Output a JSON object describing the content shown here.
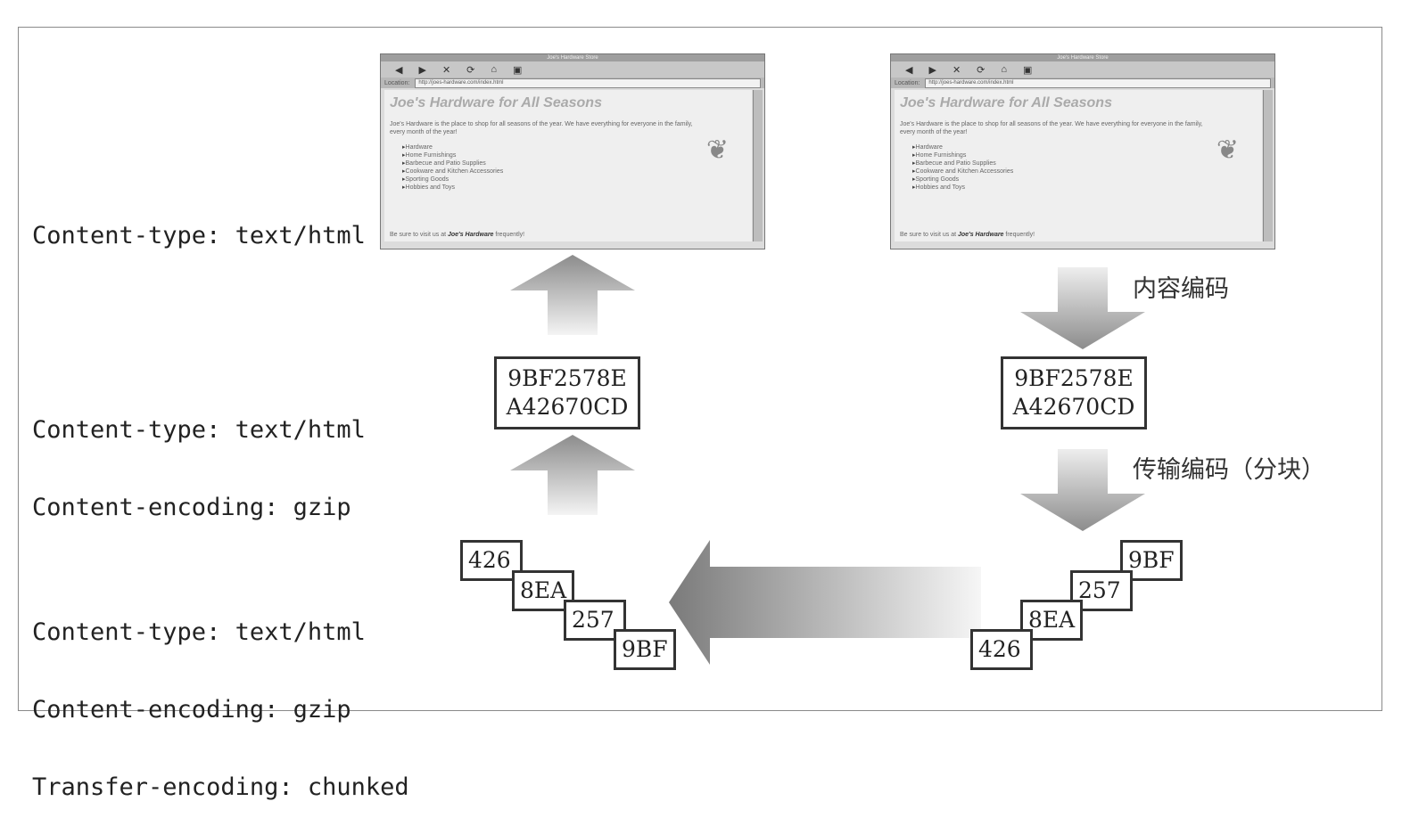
{
  "left_headers": {
    "row1": [
      "Content-type: text/html"
    ],
    "row2": [
      "Content-type: text/html",
      "Content-encoding: gzip"
    ],
    "row3": [
      "Content-type: text/html",
      "Content-encoding: gzip",
      "Transfer-encoding: chunked"
    ]
  },
  "browser": {
    "window_title": "Joe's Hardware Store",
    "address_label": "Location:",
    "url": "http://joes-hardware.com/index.html",
    "heading": "Joe's Hardware for All Seasons",
    "intro": "Joe's Hardware is the place to shop for all seasons of the year. We have everything for everyone in the family, every month of the year!",
    "items": [
      "Hardware",
      "Home Furnishings",
      "Barbecue and Patio Supplies",
      "Cookware and Kitchen Accessories",
      "Sporting Goods",
      "Hobbies and Toys"
    ],
    "footer_prefix": "Be sure to visit us at",
    "footer_name": "Joe's Hardware",
    "footer_suffix": "frequently!"
  },
  "encoded_block": {
    "line1": "9BF2578E",
    "line2": "A42670CD"
  },
  "chunks": {
    "left": [
      "426",
      "8EA",
      "257",
      "9BF"
    ],
    "right": [
      "9BF",
      "257",
      "8EA",
      "426"
    ]
  },
  "labels": {
    "content_encoding": "内容编码",
    "transfer_encoding": "传输编码（分块）"
  },
  "colors": {
    "border": "#333333",
    "arrow_gray": "#8c8c8c"
  }
}
